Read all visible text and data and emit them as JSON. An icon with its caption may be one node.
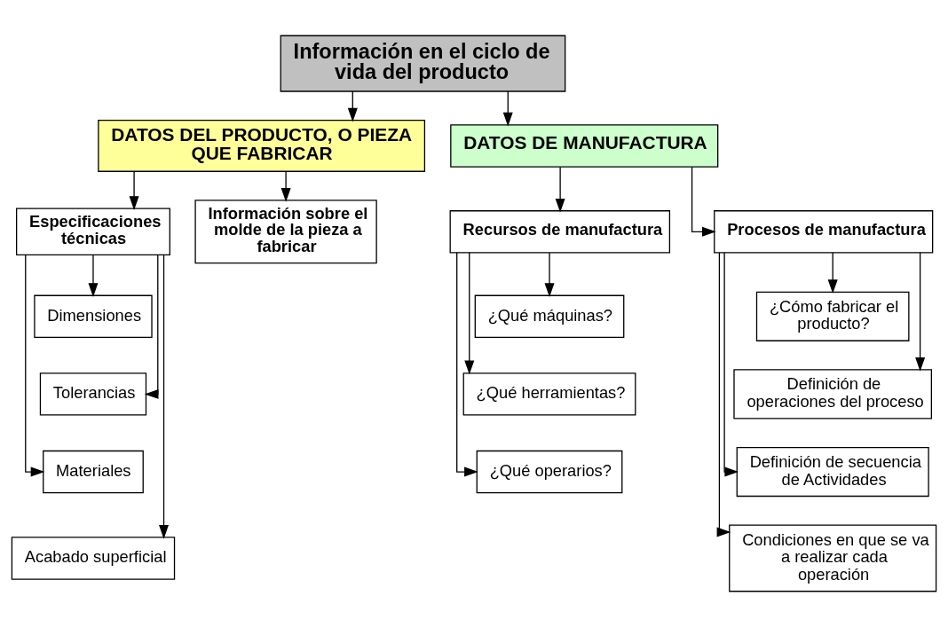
{
  "diagram": {
    "nodes": [
      {
        "text": [
          "Información en el ciclo de vida del producto"
        ]
      },
      {
        "text": [
          "DATOS DEL PRODUCTO, O PIEZA QUE FABRICAR"
        ]
      },
      {
        "text": [
          "DATOS DE MANUFACTURA"
        ]
      },
      {
        "text": [
          "Especificaciones técnicas"
        ]
      },
      {
        "text": [
          "Información sobre el molde de la pieza a fabricar"
        ]
      },
      {
        "text": [
          "Dimensiones"
        ]
      },
      {
        "text": [
          "Tolerancias"
        ]
      },
      {
        "text": [
          "Materiales"
        ]
      },
      {
        "text": [
          "Acabado superficial"
        ]
      },
      {
        "text": [
          "Recursos de manufactura"
        ]
      },
      {
        "text": [
          "Procesos de manufactura"
        ]
      },
      {
        "text": [
          "¿Qué máquinas?"
        ]
      },
      {
        "text": [
          "¿Qué herramientas?"
        ]
      },
      {
        "text": [
          "¿Qué operarios?"
        ]
      },
      {
        "text": [
          "¿Cómo fabricar el producto?"
        ]
      },
      {
        "text": [
          "Definición de operaciones del proceso"
        ]
      },
      {
        "text": [
          "Definición de secuencia de Actividades"
        ]
      },
      {
        "text": [
          "Condiciones en que se va a realizar cada operación"
        ]
      }
    ],
    "edges": [
      {
        "from": 0,
        "to": 1,
        "arrow": "to"
      },
      {
        "from": 0,
        "to": 2,
        "arrow": "to"
      },
      {
        "from": 1,
        "to": 3,
        "arrow": "to"
      },
      {
        "from": 1,
        "to": 4,
        "arrow": "to"
      },
      {
        "from": 2,
        "to": 9,
        "arrow": "to"
      },
      {
        "from": 2,
        "to": 10,
        "arrow": "to"
      },
      {
        "from": 3,
        "to": 5,
        "arrow": "to"
      },
      {
        "from": 3,
        "to": 6,
        "arrow": "to"
      },
      {
        "from": 3,
        "to": 7,
        "arrow": "to"
      },
      {
        "from": 3,
        "to": 8,
        "arrow": "to"
      },
      {
        "from": 9,
        "to": 11,
        "arrow": "to"
      },
      {
        "from": 9,
        "to": 12,
        "arrow": "to"
      },
      {
        "from": 9,
        "to": 13,
        "arrow": "to"
      },
      {
        "from": 10,
        "to": 14,
        "arrow": "to"
      },
      {
        "from": 10,
        "to": 15,
        "arrow": "to"
      },
      {
        "from": 10,
        "to": 16,
        "arrow": "to"
      },
      {
        "from": 10,
        "to": 17,
        "arrow": "to"
      }
    ]
  }
}
